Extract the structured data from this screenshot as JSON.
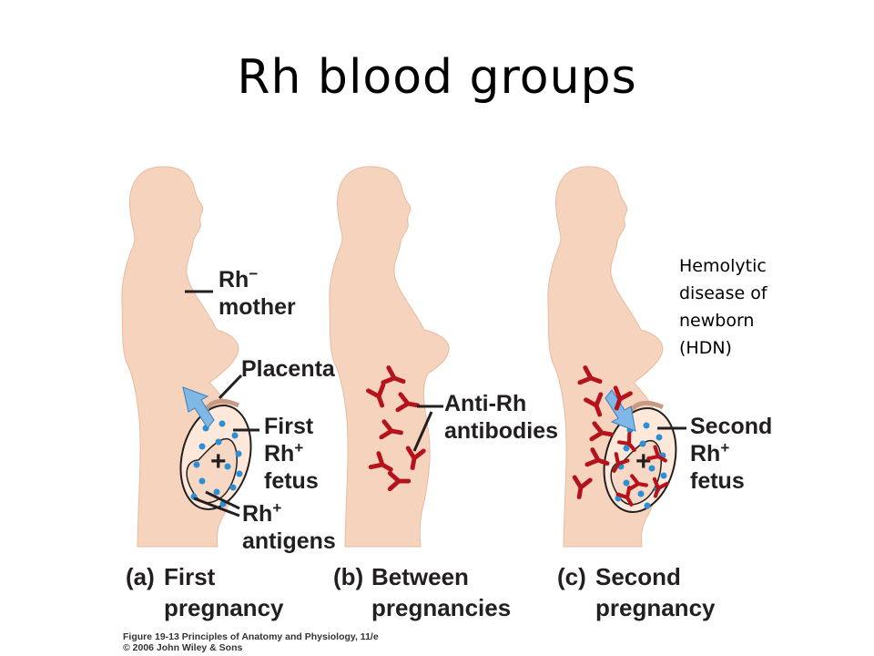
{
  "title": "Rh blood groups",
  "colors": {
    "skin": "#f6d3bd",
    "skin_edge": "#e2b398",
    "antigen_dot": "#2b8fd6",
    "antibody": "#b5121b",
    "arrow": "#7fb8e6",
    "leader": "#231f20"
  },
  "panel_a": {
    "mother": {
      "line1": "Rh",
      "sup": "−",
      "line2": "mother"
    },
    "placenta": "Placenta",
    "fetus": {
      "line1": "First",
      "line2": "Rh",
      "sup": "+",
      "line3": "fetus"
    },
    "antigens": {
      "line1": "Rh",
      "sup": "+",
      "line2": "antigens"
    },
    "sign": "+",
    "caption": {
      "letter": "(a)",
      "line1": "First",
      "line2": "pregnancy"
    }
  },
  "panel_b": {
    "antibodies": {
      "line1": "Anti-Rh",
      "line2": "antibodies"
    },
    "caption": {
      "letter": "(b)",
      "line1": "Between",
      "line2": "pregnancies"
    }
  },
  "panel_c": {
    "hdn": [
      "Hemolytic",
      "disease of",
      "newborn",
      "(HDN)"
    ],
    "fetus": {
      "line1": "Second",
      "line2": "Rh",
      "sup": "+",
      "line3": "fetus"
    },
    "sign": "+",
    "caption": {
      "letter": "(c)",
      "line1": "Second",
      "line2": "pregnancy"
    }
  },
  "credit": {
    "line1": "Figure 19-13 Principles of Anatomy and Physiology, 11/e",
    "line2": "© 2006 John Wiley & Sons"
  }
}
